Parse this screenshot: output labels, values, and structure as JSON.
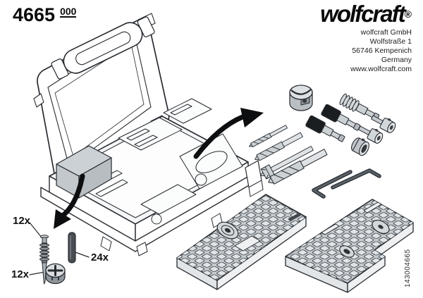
{
  "header": {
    "product_number": "4665",
    "product_suffix": "000"
  },
  "brand": {
    "logo_text": "wolfcraft",
    "registered_mark": "®",
    "address_lines": [
      "wolfcraft GmbH",
      "Wolfstraße 1",
      "56746 Kempenich",
      "Germany",
      "www.wolfcraft.com"
    ]
  },
  "quantity_labels": {
    "confirmat_screws": "12x",
    "wood_dowels": "24x",
    "cam_fittings": "12x"
  },
  "article_code": "143004665",
  "illustration": {
    "description": "Open carrying case with foam inlay; curved arrows point to the kit contents: dowel drill bits, forstner bit, depth stops, centering pins, hex keys, two drilling jig plates and fastener hardware",
    "parts": [
      "carrying-case",
      "case-lid",
      "case-handle",
      "foam-insert",
      "grey-compartment-box",
      "confirmat-screw",
      "wood-dowel",
      "cam-lock-fitting",
      "cam-depth-collar",
      "threaded-depth-stop",
      "black-depth-stop",
      "twist-drill-small",
      "twist-drill-medium",
      "forstner-bit",
      "twist-drill-large",
      "centering-pin",
      "guide-bushing",
      "hex-key",
      "drilling-jig-plate-left",
      "drilling-jig-plate-right"
    ],
    "colors": {
      "line": "#272b30",
      "arrow": "#0c0e0f",
      "compartment_grey": "#ccd1d5",
      "part_dark": "#474d52",
      "stop_black": "#1b1e21",
      "metal_light": "#d7dbde",
      "plate_grey": "#c6ccd0"
    }
  }
}
